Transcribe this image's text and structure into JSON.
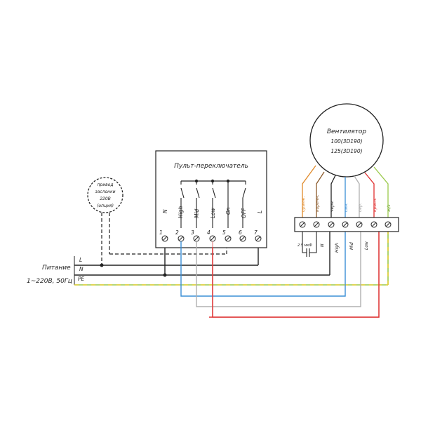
{
  "colors": {
    "black": "#222222",
    "blue": "#3a8fd6",
    "gray": "#b0b0b0",
    "pink": "#e79a9a",
    "red": "#e03030",
    "green": "#9ac94a",
    "yellow": "#e6cf3c",
    "orange": "#e08a2a",
    "brown": "#8b5a2b"
  },
  "controller": {
    "title": "Пульт-переключатель",
    "function_labels": [
      "N",
      "High",
      "Mid",
      "Low",
      "On",
      "OFF",
      "L"
    ],
    "terminal_numbers": [
      "1",
      "2",
      "3",
      "4",
      "5",
      "6",
      "7"
    ]
  },
  "fan": {
    "title": "Вентилятор",
    "model_1": "100(3D190)",
    "model_2": "125(3D190)",
    "wire_colors": [
      "оранж.",
      "коричн.",
      "черн.",
      "син.",
      "сер.",
      "красн.",
      "ж/з"
    ],
    "terminal_labels": [
      "N",
      "High",
      "Mid",
      "Low"
    ],
    "capacitor": "2.5 мкФ"
  },
  "actuator": {
    "line1": "привод",
    "line2": "заслонки",
    "line3": "220В",
    "line4": "(опция)"
  },
  "power": {
    "title": "Питание",
    "spec": "1~220В, 50Гц",
    "lines": [
      "L",
      "N",
      "PE"
    ]
  }
}
